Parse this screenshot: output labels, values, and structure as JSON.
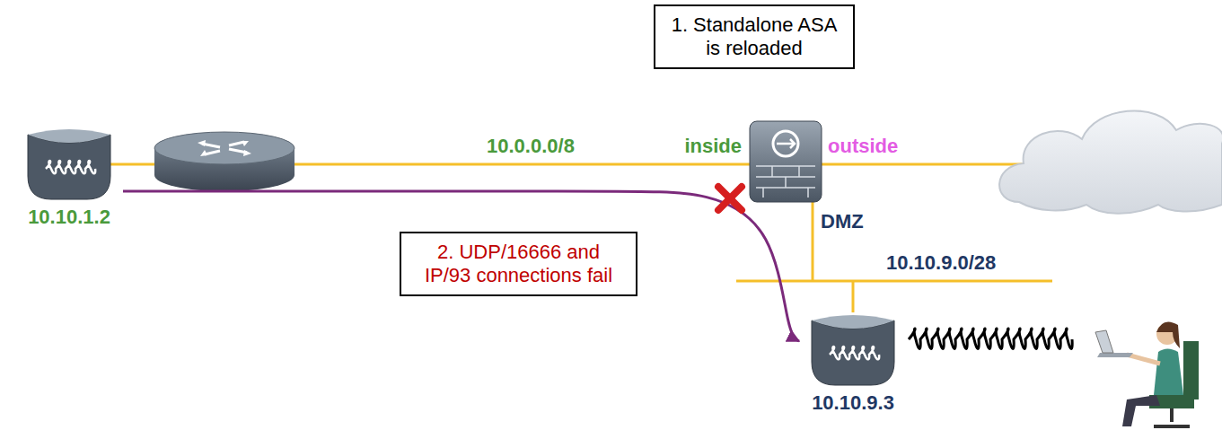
{
  "diagram": {
    "nodes": [
      {
        "text": [
          "1. Standalone ASA is reloaded"
        ]
      },
      {
        "text": [
          "10.10.1.2"
        ]
      },
      {
        "text": [
          "2. UDP/16666 and IP/93 connections fail"
        ]
      },
      {
        "text": [
          "10.10.9.3"
        ]
      }
    ],
    "edges": [
      {
        "from": 1,
        "to": 3,
        "arrow": "to"
      }
    ],
    "labels": [
      "10.0.0.0/8",
      "inside",
      "outside",
      "DMZ",
      "10.10.9.0/28"
    ]
  }
}
